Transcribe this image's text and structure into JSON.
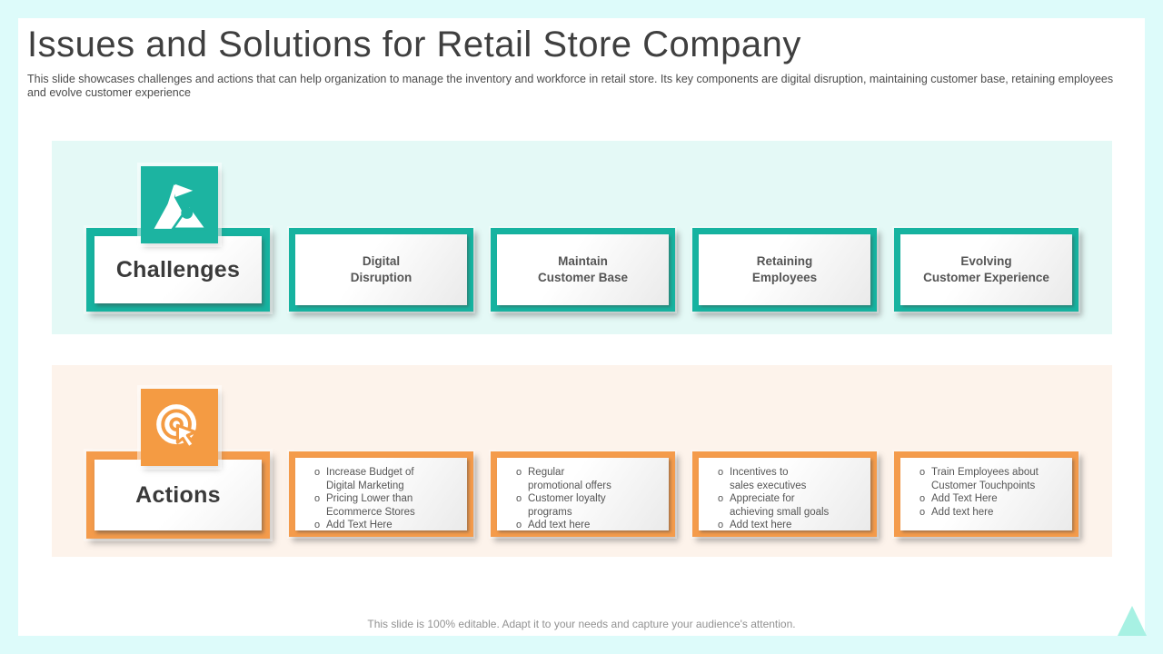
{
  "page": {
    "title": "Issues and Solutions for Retail Store Company",
    "subtitle": "This slide showcases challenges and actions that can help organization to manage the inventory and workforce in retail store. Its key components are digital disruption, maintaining customer base, retaining employees and evolve customer experience",
    "footer": "This slide is 100% editable. Adapt it to your needs and capture your audience's attention."
  },
  "colors": {
    "teal": "#16b3a0",
    "orange": "#f49b4b",
    "challenges_band_bg": "#e4f9f6",
    "actions_band_bg": "#fdf3eb",
    "page_border_bg": "#ddfbfa",
    "corner_triangle": "#a7f1e3",
    "body_text": "#555555"
  },
  "challenges": {
    "label": "Challenges",
    "icon": "mountain-flag-icon",
    "items": [
      {
        "label": "Digital\nDisruption"
      },
      {
        "label": "Maintain\nCustomer Base"
      },
      {
        "label": "Retaining\nEmployees"
      },
      {
        "label": "Evolving\nCustomer Experience"
      }
    ]
  },
  "actions": {
    "label": "Actions",
    "icon": "target-click-icon",
    "bullet_char": "o",
    "boxes": [
      {
        "items": [
          "Increase Budget of\nDigital Marketing",
          "Pricing Lower than\nEcommerce Stores",
          "Add Text Here"
        ]
      },
      {
        "items": [
          "Regular\npromotional offers",
          "Customer loyalty\nprograms",
          "Add text here"
        ]
      },
      {
        "items": [
          "Incentives to\nsales executives",
          "Appreciate for\nachieving small goals",
          "Add text here"
        ]
      },
      {
        "items": [
          "Train Employees about\nCustomer Touchpoints",
          "Add Text Here",
          "Add text here"
        ]
      }
    ]
  }
}
